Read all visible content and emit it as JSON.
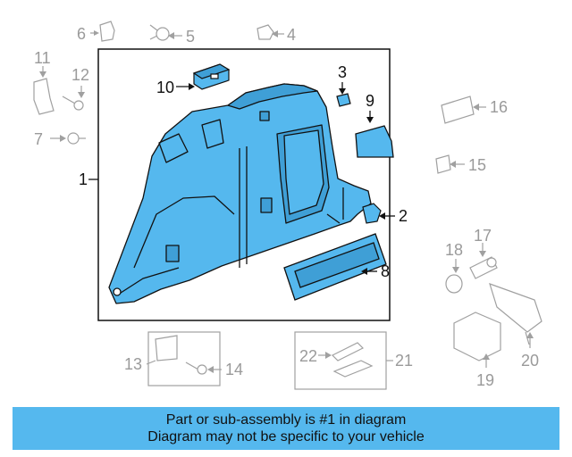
{
  "callouts": {
    "c1": "1",
    "c2": "2",
    "c3": "3",
    "c4": "4",
    "c5": "5",
    "c6": "6",
    "c7": "7",
    "c8": "8",
    "c9": "9",
    "c10": "10",
    "c11": "11",
    "c12": "12",
    "c13": "13",
    "c14": "14",
    "c15": "15",
    "c16": "16",
    "c17": "17",
    "c18": "18",
    "c19": "19",
    "c20": "20",
    "c21": "21",
    "c22": "22"
  },
  "banner": {
    "line1": "Part or sub-assembly is #1 in diagram",
    "line2": "Diagram may not be specific to your vehicle"
  },
  "colors": {
    "highlight": "#55b8ee",
    "outline": "#111111",
    "faded": "#a0a0a0"
  }
}
